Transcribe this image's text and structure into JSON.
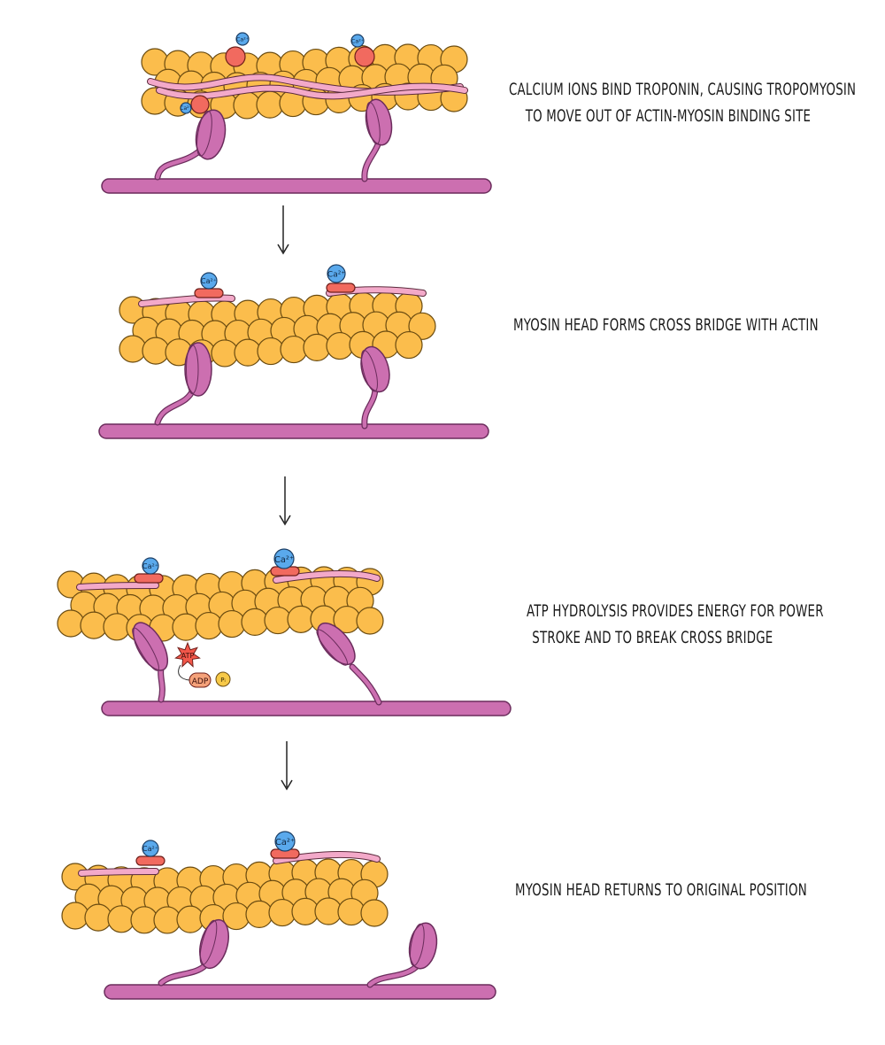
{
  "stages": [
    {
      "caption_lines": [
        "Calcium ions bind troponin, causing tropomyosin",
        "to move out of actin-myosin binding site"
      ]
    },
    {
      "caption_lines": [
        "Myosin head forms cross bridge with actin"
      ]
    },
    {
      "caption_lines": [
        "ATP hydrolysis provides energy for power",
        "stroke and to break cross bridge"
      ],
      "molecules": {
        "atp": "ATP",
        "adp": "ADP",
        "pi": "Pᵢ"
      }
    },
    {
      "caption_lines": [
        "Myosin head returns to original position"
      ]
    }
  ],
  "ion_label": "Ca²⁺",
  "colors": {
    "actin": "#fbbd4c",
    "myosin": "#cc6fb0",
    "tropomyosin": "#f3a9c9",
    "troponin": "#f16a5f",
    "calcium": "#5aa9ec",
    "atp": "#f2574a",
    "adp": "#f5a27a",
    "pi": "#f7c948"
  }
}
